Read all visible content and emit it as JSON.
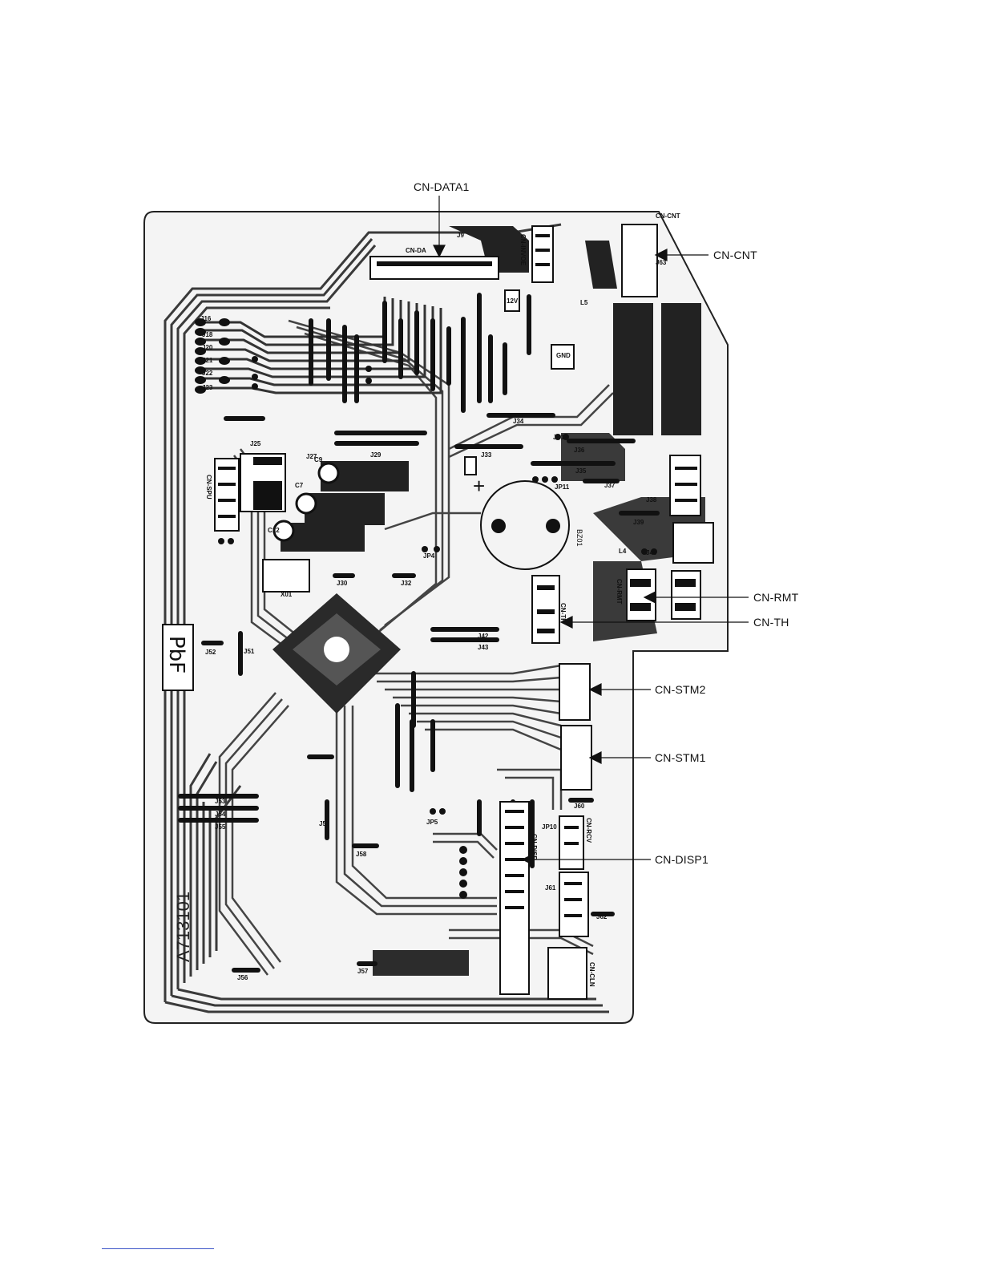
{
  "diagram": {
    "board_code": "A713101",
    "pbf_mark": "PbF",
    "callouts": {
      "cn_data1": "CN-DATA1",
      "cn_cnt": "CN-CNT",
      "cn_rmt": "CN-RMT",
      "cn_th": "CN-TH",
      "cn_stm2": "CN-STM2",
      "cn_stm1": "CN-STM1",
      "cn_disp1": "CN-DISP1"
    },
    "silkscreen": {
      "j16": "J16",
      "j18": "J18",
      "j20": "J20",
      "j21": "J21",
      "j22": "J22",
      "j23": "J23",
      "j25": "J25",
      "j27": "J27",
      "j29": "J29",
      "j30": "J30",
      "j32": "J32",
      "j33": "J33",
      "j34": "J34",
      "j35": "J35",
      "j36": "J36",
      "j37": "J37",
      "j38": "J38",
      "j39": "J39",
      "j40": "J40",
      "j42": "J42",
      "j43": "J43",
      "j51": "J51",
      "j52": "J52",
      "j53": "J53",
      "j54": "J54",
      "j55": "J55",
      "j56": "J56",
      "j57": "J57",
      "j58": "J58",
      "j59": "J59",
      "j60": "J60",
      "j61": "J61",
      "j62": "J62",
      "j63": "J63",
      "j9": "J9",
      "jp4": "JP4",
      "jp5": "JP5",
      "jp10": "JP10",
      "jp11": "JP11",
      "jp12": "JP12",
      "bz01": "BZ01",
      "gnd": "GND",
      "v12": "12V",
      "l4": "L4",
      "l5": "L5",
      "x01": "X01",
      "c7": "C7",
      "c9": "C9",
      "c12": "C12",
      "cn_rcv": "CN-RCV",
      "cn_disp": "CN-DISP",
      "cn_rmt_s": "CN-RMT",
      "cn_th_s": "CN-TH",
      "cn_data_s": "CN-DA",
      "cn_cnt_s": "CN-CNT",
      "cn_inv": "CN-INVOE",
      "cn_spu": "CN-SPU",
      "cn_cln": "CN-CLN"
    }
  }
}
